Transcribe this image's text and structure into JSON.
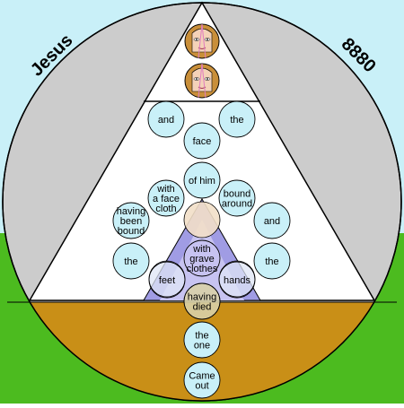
{
  "diagram": {
    "corner_left": "Jesus",
    "corner_right": "8880",
    "bubbles": [
      {
        "id": "and-top",
        "lines": [
          "and"
        ]
      },
      {
        "id": "the-top",
        "lines": [
          "the"
        ]
      },
      {
        "id": "face",
        "lines": [
          "face"
        ]
      },
      {
        "id": "of-him",
        "lines": [
          "of him"
        ]
      },
      {
        "id": "with-face-cloth",
        "lines": [
          "with",
          "a face",
          "cloth"
        ]
      },
      {
        "id": "bound-around",
        "lines": [
          "bound",
          "around"
        ]
      },
      {
        "id": "having-been-bound",
        "lines": [
          "having",
          "been",
          "bound"
        ]
      },
      {
        "id": "and-mid",
        "lines": [
          "and"
        ]
      },
      {
        "id": "the-left",
        "lines": [
          "the"
        ]
      },
      {
        "id": "the-right",
        "lines": [
          "the"
        ]
      },
      {
        "id": "with-grave-clothes",
        "lines": [
          "with",
          "grave",
          "clothes"
        ]
      },
      {
        "id": "feet",
        "lines": [
          "feet"
        ]
      },
      {
        "id": "hands",
        "lines": [
          "hands"
        ]
      },
      {
        "id": "having-died",
        "lines": [
          "having",
          "died"
        ]
      },
      {
        "id": "the-one",
        "lines": [
          "the",
          "one"
        ]
      },
      {
        "id": "came-out",
        "lines": [
          "Came",
          "out"
        ]
      }
    ],
    "colors": {
      "sky": "#c9f0f8",
      "grass": "#4cbb1f",
      "circle_fill": "#cccccc",
      "ground": "#c98f17",
      "bubble": "#c9f0f8",
      "lavender": "#a09ce4",
      "face": "#c98f3a",
      "skin": "#f4d2b8"
    }
  }
}
